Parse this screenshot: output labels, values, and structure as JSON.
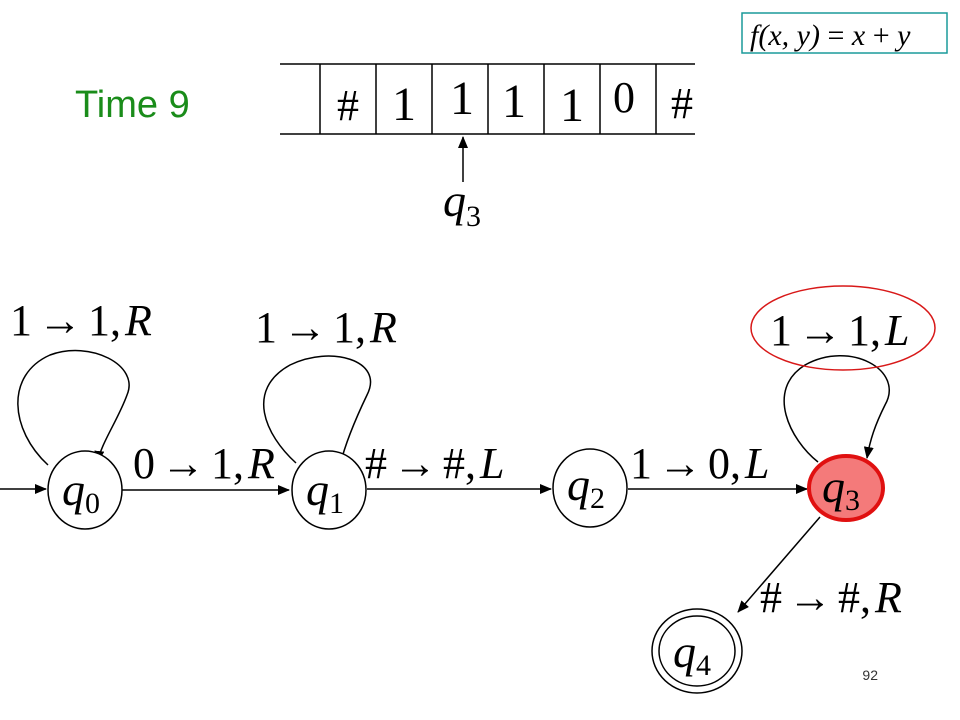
{
  "title": "Time 9",
  "formula": {
    "f": "f",
    "args": "(x, y)",
    "eq": " = ",
    "x": "x",
    "plus": " + ",
    "y": "y"
  },
  "tape": {
    "cells": [
      "",
      "#",
      "1",
      "1",
      "1",
      "1",
      "0",
      "#"
    ],
    "head_state": "q",
    "head_state_sub": "3"
  },
  "states": [
    {
      "id": "q0",
      "base": "q",
      "sub": "0",
      "accepting": false,
      "active": false
    },
    {
      "id": "q1",
      "base": "q",
      "sub": "1",
      "accepting": false,
      "active": false
    },
    {
      "id": "q2",
      "base": "q",
      "sub": "2",
      "accepting": false,
      "active": false
    },
    {
      "id": "q3",
      "base": "q",
      "sub": "3",
      "accepting": false,
      "active": true
    },
    {
      "id": "q4",
      "base": "q",
      "sub": "4",
      "accepting": true,
      "active": false
    }
  ],
  "transitions": {
    "loop_q0": {
      "read": "1",
      "arrow": "→",
      "write": "1,",
      "move": "R"
    },
    "loop_q1": {
      "read": "1",
      "arrow": "→",
      "write": "1,",
      "move": "R"
    },
    "loop_q3": {
      "read": "1",
      "arrow": "→",
      "write": "1,",
      "move": "L"
    },
    "q0_q1": {
      "read": "0",
      "arrow": "→",
      "write": "1,",
      "move": "R"
    },
    "q1_q2": {
      "read": "#",
      "arrow": "→",
      "write": "#,",
      "move": "L"
    },
    "q2_q3": {
      "read": "1",
      "arrow": "→",
      "write": "0,",
      "move": "L"
    },
    "q3_q4": {
      "read": "#",
      "arrow": "→",
      "write": "#,",
      "move": "R"
    }
  },
  "colors": {
    "title": "#1a8c1a",
    "active_fill": "#f47a7a",
    "active_stroke": "#e01010",
    "highlight_ellipse": "#d81818",
    "formula_box": "#1a9a9a"
  },
  "page_number": "92"
}
